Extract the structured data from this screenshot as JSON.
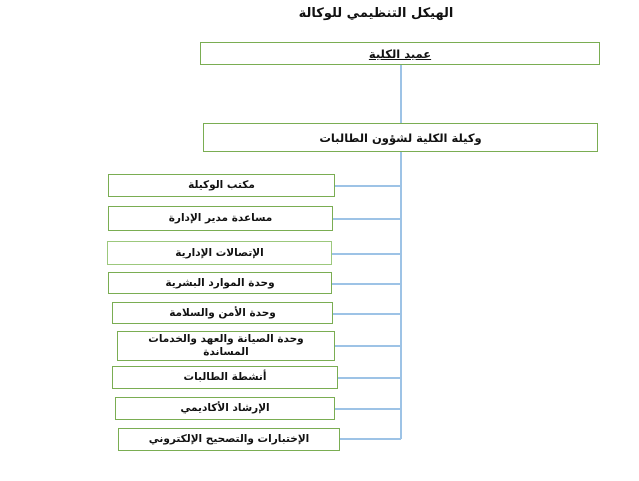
{
  "title": "الهيكل التنظيمي للوكالة",
  "colors": {
    "box_border_green": "#7aad52",
    "box_border_green_light": "#9cc87c",
    "connector_blue": "#9DC3E6",
    "text": "#111111",
    "background": "#ffffff"
  },
  "org_chart": {
    "root": {
      "label": "عميد الكلية"
    },
    "vice_dean": {
      "label": "وكيلة الكلية لشؤون الطالبات"
    },
    "units": [
      {
        "label": "مكتب الوكيلة"
      },
      {
        "label": "مساعدة مدير الإدارة"
      },
      {
        "label": "الإتصالات الإدارية"
      },
      {
        "label": "وحدة الموارد البشرية"
      },
      {
        "label": "وحدة الأمن والسلامة"
      },
      {
        "label": "وحدة الصيانة والعهد والخدمات المساندة"
      },
      {
        "label": "أنشطة الطالبات"
      },
      {
        "label": "الإرشاد الأكاديمي"
      },
      {
        "label": "الإختبارات والتصحيح الإلكتروني"
      }
    ]
  }
}
